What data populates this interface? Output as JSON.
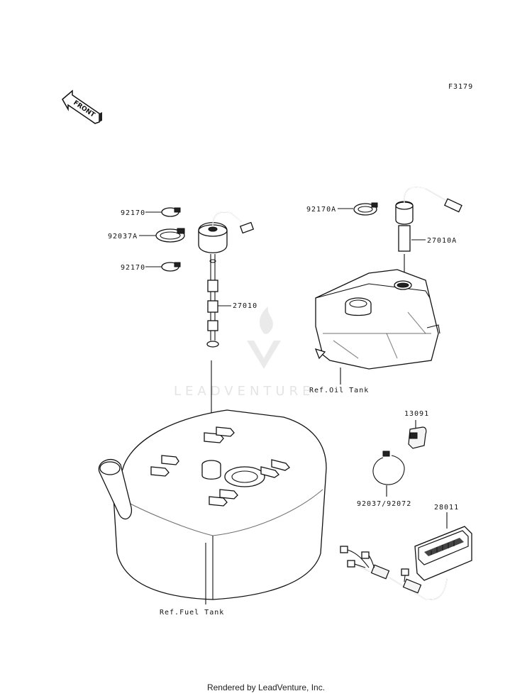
{
  "diagram_code": "F3179",
  "front_label": "FRONT",
  "watermark": "LEADVENTURE",
  "parts": {
    "p92170_top": "92170",
    "p92037A": "92037A",
    "p92170_bottom": "92170",
    "p27010": "27010",
    "p92170A": "92170A",
    "p27010A": "27010A",
    "p13091": "13091",
    "p92037_92072": "92037/92072",
    "p28011": "28011"
  },
  "refs": {
    "oil_tank": "Ref.Oil Tank",
    "fuel_tank": "Ref.Fuel Tank"
  },
  "footer": "Rendered by LeadVenture, Inc."
}
